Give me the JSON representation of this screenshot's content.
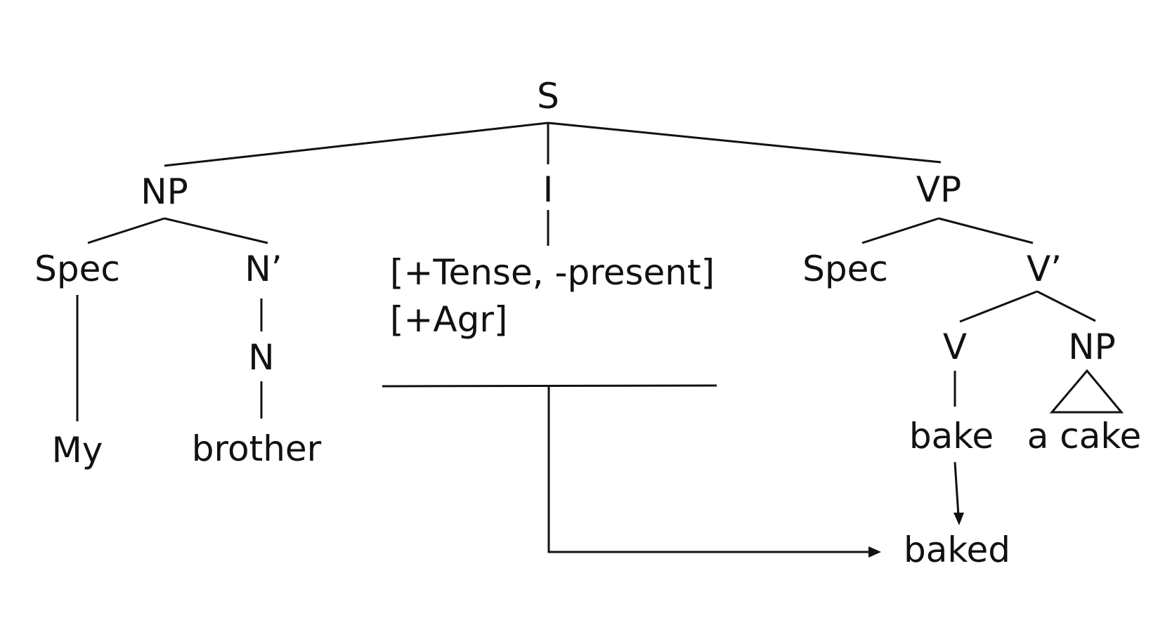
{
  "tree": {
    "root": "S",
    "subject": {
      "label": "NP",
      "spec": "Spec",
      "nbar": "N’",
      "head": "N",
      "determiner_word": "My",
      "noun_word": "brother"
    },
    "infl": {
      "label": "I",
      "features_line1": "[+Tense, -present]",
      "features_line2": "[+Agr]"
    },
    "predicate": {
      "label": "VP",
      "spec": "Spec",
      "vbar": "V’",
      "verb": "V",
      "object": "NP",
      "verb_word": "bake",
      "object_words": "a cake"
    },
    "result_word": "baked"
  },
  "colors": {
    "ink": "#111111",
    "background": "#ffffff"
  }
}
